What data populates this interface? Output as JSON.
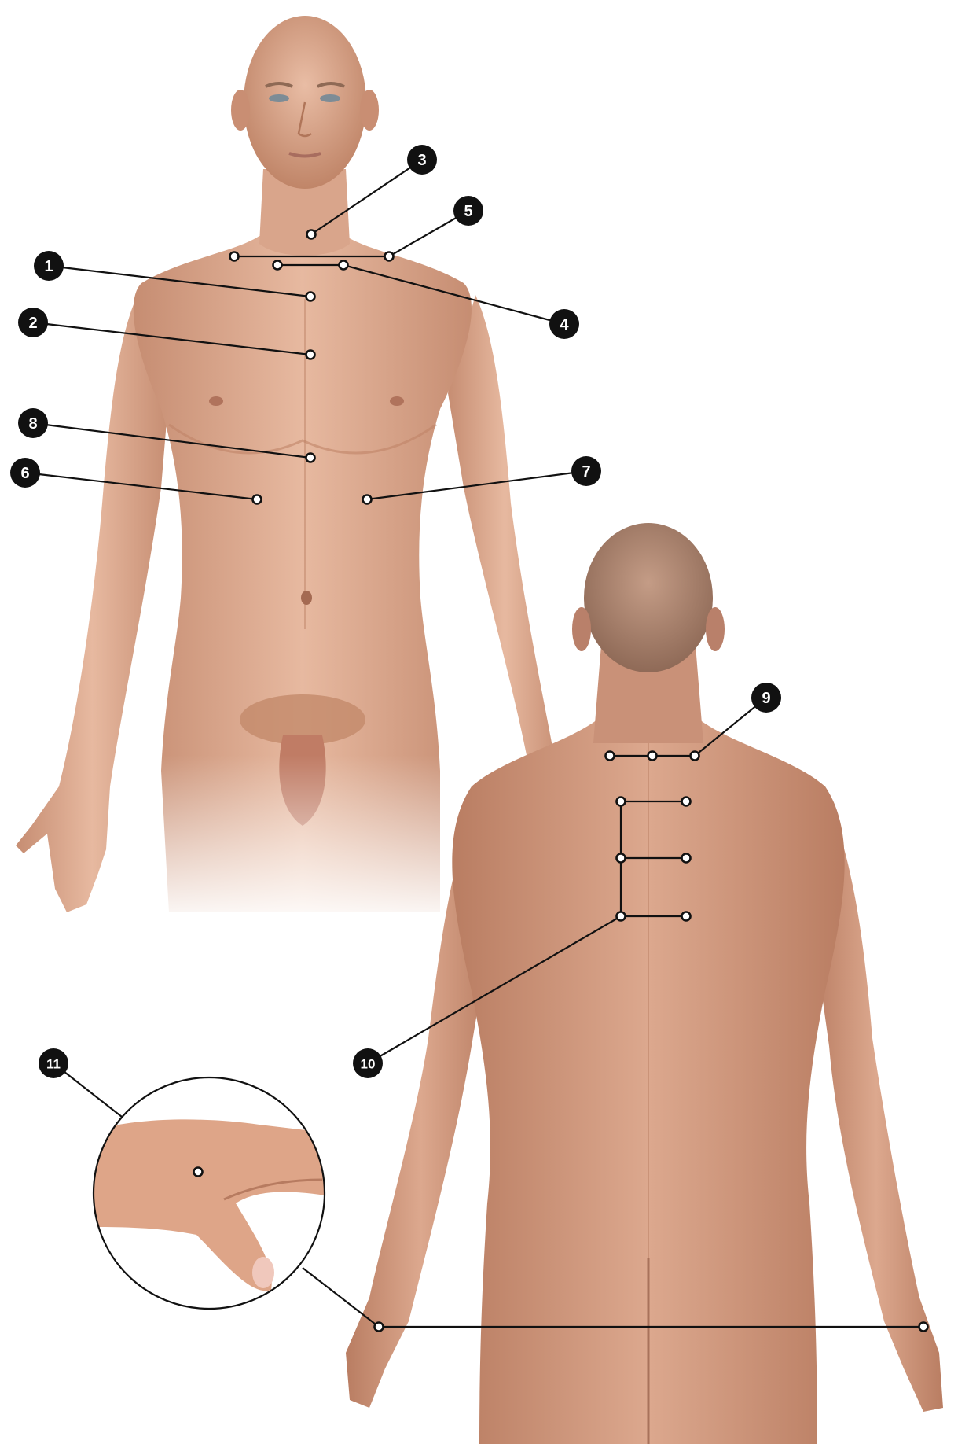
{
  "figure": {
    "front_view_label": "",
    "back_view_label": ""
  },
  "callouts": [
    {
      "num": "1"
    },
    {
      "num": "2"
    },
    {
      "num": "3"
    },
    {
      "num": "4"
    },
    {
      "num": "5"
    },
    {
      "num": "6"
    },
    {
      "num": "7"
    },
    {
      "num": "8"
    },
    {
      "num": "9"
    },
    {
      "num": "10"
    },
    {
      "num": "11"
    }
  ],
  "colors": {
    "skin_light": "#e6b79f",
    "skin_mid": "#d29c82",
    "skin_shadow": "#b57a60",
    "hair": "#9a7a66",
    "lips": "#b87a6e",
    "callout_fill": "#111111",
    "callout_text": "#ffffff",
    "leader_line": "#111111",
    "point_fill": "#ffffff"
  }
}
